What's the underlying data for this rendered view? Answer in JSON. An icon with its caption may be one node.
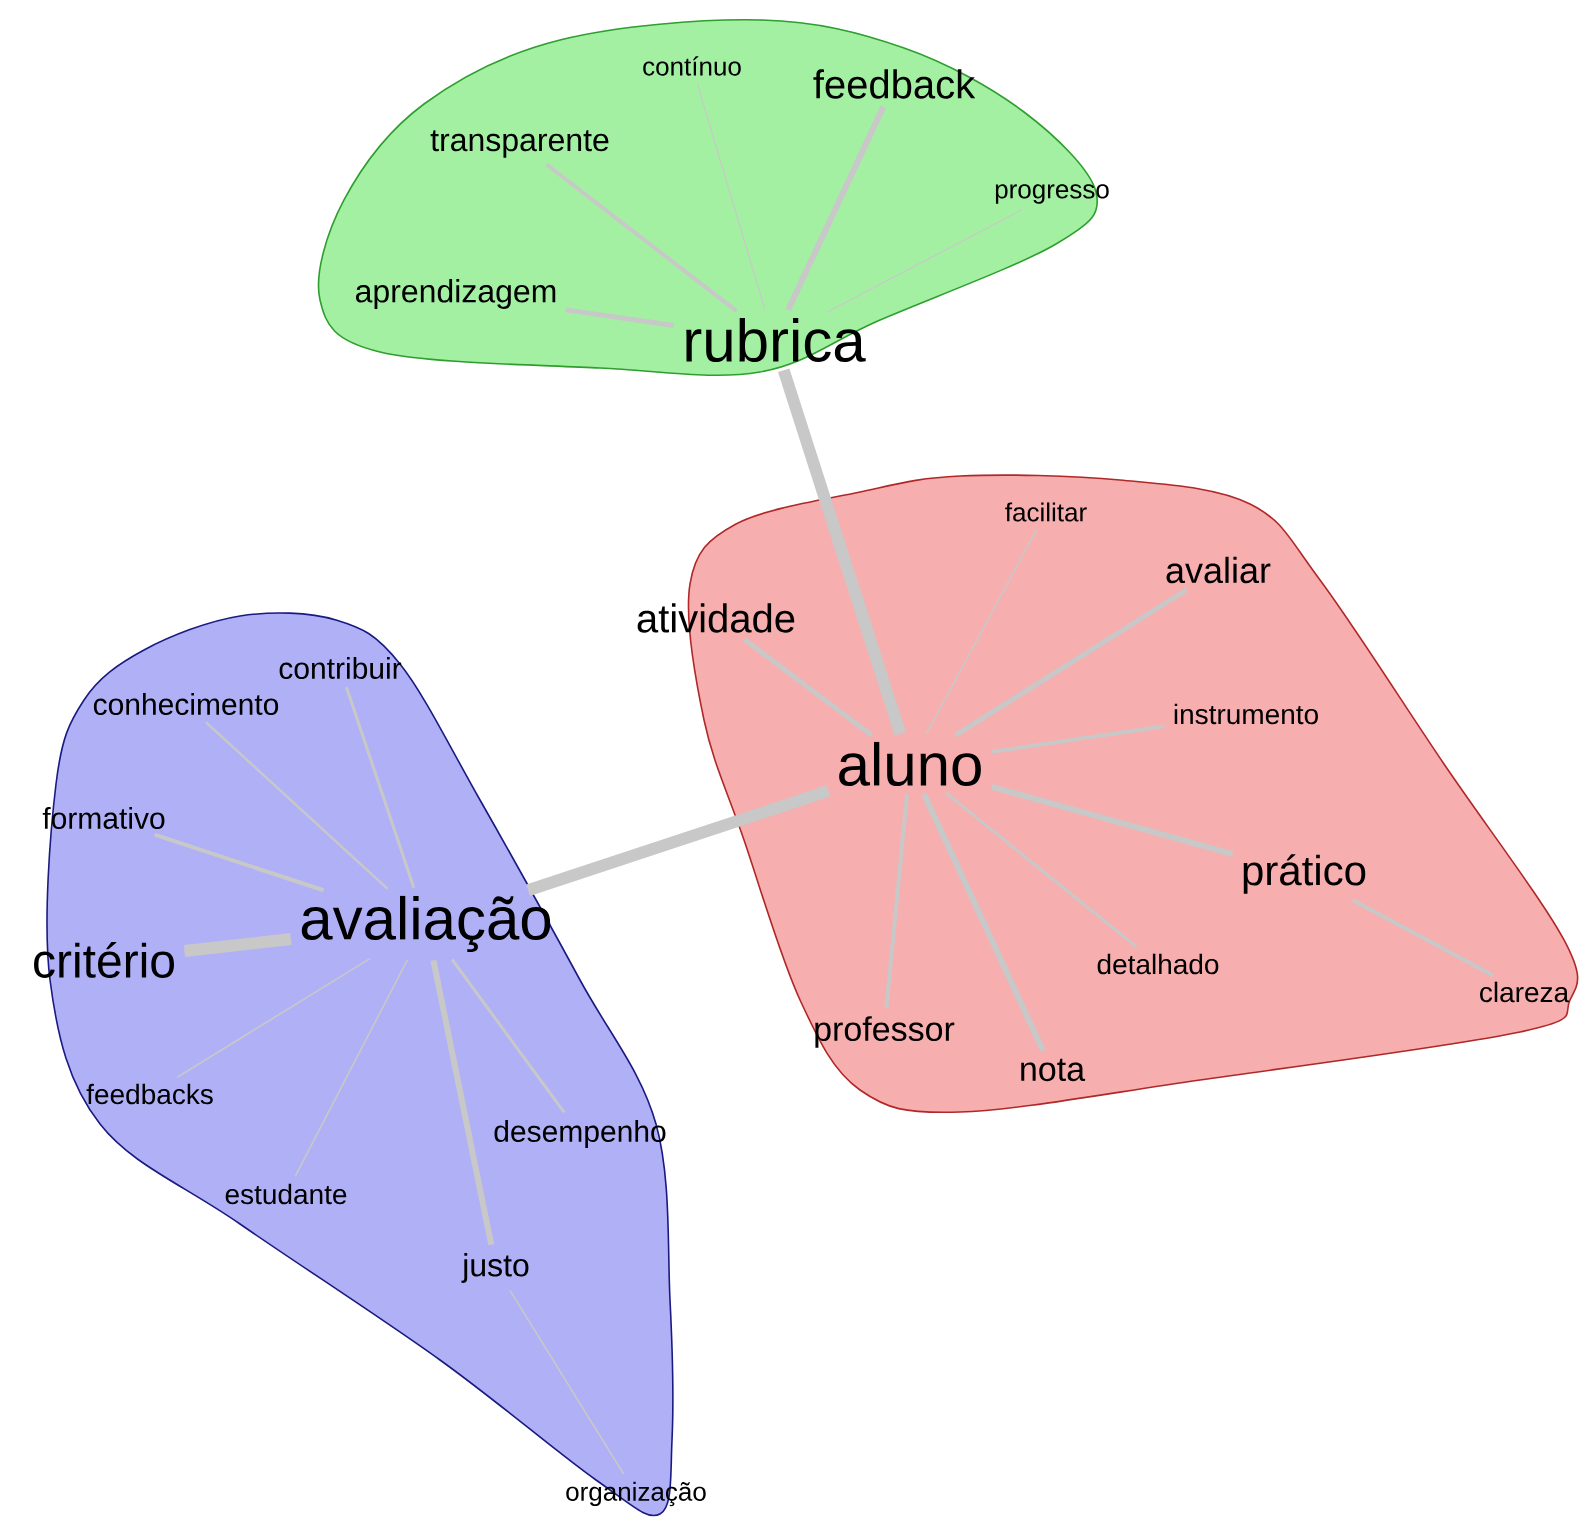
{
  "diagram": {
    "nodes": [
      {
        "text": [],
        "shape": "cloud"
      },
      {
        "text": [
          "rubrica"
        ],
        "in": 0
      },
      {
        "text": [
          "aprendizagem"
        ],
        "in": 0
      },
      {
        "text": [
          "transparente"
        ],
        "in": 0
      },
      {
        "text": [
          "contínuo"
        ],
        "in": 0
      },
      {
        "text": [
          "feedback"
        ],
        "in": 0
      },
      {
        "text": [
          "progresso"
        ],
        "in": 0
      },
      {
        "text": [],
        "shape": "cloud"
      },
      {
        "text": [
          "aluno"
        ],
        "in": 7
      },
      {
        "text": [
          "atividade"
        ],
        "in": 7
      },
      {
        "text": [
          "facilitar"
        ],
        "in": 7
      },
      {
        "text": [
          "avaliar"
        ],
        "in": 7
      },
      {
        "text": [
          "instrumento"
        ],
        "in": 7
      },
      {
        "text": [
          "prático"
        ],
        "in": 7
      },
      {
        "text": [
          "detalhado"
        ],
        "in": 7
      },
      {
        "text": [
          "clareza"
        ],
        "in": 7
      },
      {
        "text": [
          "professor"
        ],
        "in": 7
      },
      {
        "text": [
          "nota"
        ],
        "in": 7
      },
      {
        "text": [],
        "shape": "cloud"
      },
      {
        "text": [
          "avaliação"
        ],
        "in": 18
      },
      {
        "text": [
          "contribuir"
        ],
        "in": 18
      },
      {
        "text": [
          "conhecimento"
        ],
        "in": 18
      },
      {
        "text": [
          "formativo"
        ],
        "in": 18
      },
      {
        "text": [
          "critério"
        ],
        "in": 18
      },
      {
        "text": [
          "feedbacks"
        ],
        "in": 18
      },
      {
        "text": [
          "estudante"
        ],
        "in": 18
      },
      {
        "text": [
          "desempenho"
        ],
        "in": 18
      },
      {
        "text": [
          "justo"
        ],
        "in": 18
      },
      {
        "text": [
          "organização"
        ],
        "in": 18
      }
    ],
    "edges": [
      {
        "from": 1,
        "to": 2,
        "arrow": "none"
      },
      {
        "from": 1,
        "to": 3,
        "arrow": "none"
      },
      {
        "from": 1,
        "to": 4,
        "arrow": "none"
      },
      {
        "from": 1,
        "to": 5,
        "arrow": "none"
      },
      {
        "from": 1,
        "to": 6,
        "arrow": "none"
      },
      {
        "from": 1,
        "to": 8,
        "arrow": "none",
        "style": "thick"
      },
      {
        "from": 8,
        "to": 9,
        "arrow": "none"
      },
      {
        "from": 8,
        "to": 10,
        "arrow": "none"
      },
      {
        "from": 8,
        "to": 11,
        "arrow": "none"
      },
      {
        "from": 8,
        "to": 12,
        "arrow": "none"
      },
      {
        "from": 8,
        "to": 13,
        "arrow": "none"
      },
      {
        "from": 8,
        "to": 14,
        "arrow": "none"
      },
      {
        "from": 8,
        "to": 17,
        "arrow": "none"
      },
      {
        "from": 8,
        "to": 16,
        "arrow": "none"
      },
      {
        "from": 13,
        "to": 15,
        "arrow": "none"
      },
      {
        "from": 8,
        "to": 19,
        "arrow": "none",
        "style": "thick"
      },
      {
        "from": 19,
        "to": 20,
        "arrow": "none"
      },
      {
        "from": 19,
        "to": 21,
        "arrow": "none"
      },
      {
        "from": 19,
        "to": 22,
        "arrow": "none"
      },
      {
        "from": 19,
        "to": 23,
        "arrow": "none",
        "style": "thick"
      },
      {
        "from": 19,
        "to": 24,
        "arrow": "none"
      },
      {
        "from": 19,
        "to": 25,
        "arrow": "none"
      },
      {
        "from": 19,
        "to": 26,
        "arrow": "none"
      },
      {
        "from": 19,
        "to": 27,
        "arrow": "none"
      },
      {
        "from": 27,
        "to": 28,
        "arrow": "none"
      }
    ]
  }
}
